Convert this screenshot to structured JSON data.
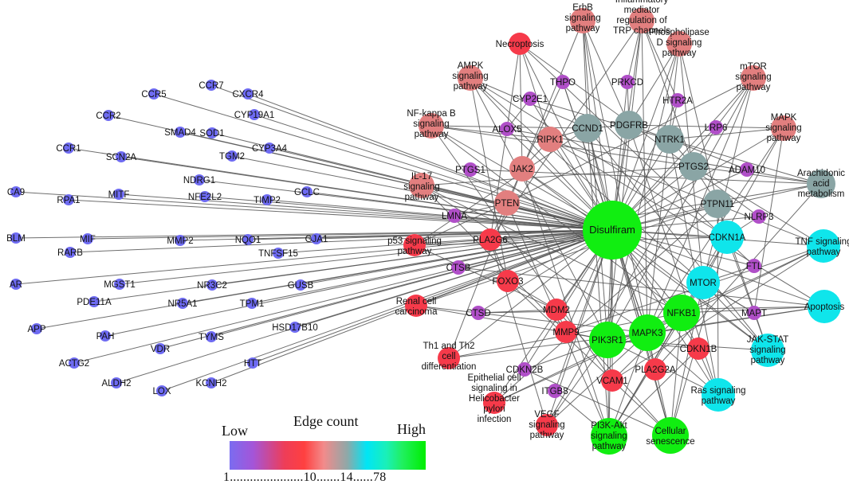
{
  "colors": {
    "low": "#6e6bf2",
    "violet": "#b04fc8",
    "red": "#f63a4a",
    "pink": "#e27f7f",
    "grey": "#8aa5a5",
    "cyan": "#0fe5eb",
    "green": "#11ee11",
    "edge": "#555555"
  },
  "legend": {
    "title": "Edge count",
    "low": "Low",
    "high": "High",
    "scale": "1......................10.......14......78"
  },
  "hub": {
    "id": "Disulfiram",
    "label": "Disulfiram"
  },
  "nodes": [
    {
      "id": "CCR7",
      "label": "CCR7",
      "group": "low"
    },
    {
      "id": "CXCR4",
      "label": "CXCR4",
      "group": "low"
    },
    {
      "id": "CCR5",
      "label": "CCR5",
      "group": "low"
    },
    {
      "id": "CYP19A1",
      "label": "CYP19A1",
      "group": "low"
    },
    {
      "id": "CCR2",
      "label": "CCR2",
      "group": "low"
    },
    {
      "id": "SMAD4",
      "label": "SMAD4",
      "group": "low"
    },
    {
      "id": "SOD1",
      "label": "SOD1",
      "group": "low"
    },
    {
      "id": "CYP3A4",
      "label": "CYP3A4",
      "group": "low"
    },
    {
      "id": "TGM2",
      "label": "TGM2",
      "group": "low"
    },
    {
      "id": "CCR1",
      "label": "CCR1",
      "group": "low"
    },
    {
      "id": "SCN2A",
      "label": "SCN2A",
      "group": "low"
    },
    {
      "id": "NDRG1",
      "label": "NDRG1",
      "group": "low"
    },
    {
      "id": "CA9",
      "label": "CA9",
      "group": "low"
    },
    {
      "id": "RPA1",
      "label": "RPA1",
      "group": "low"
    },
    {
      "id": "MITF",
      "label": "MITF",
      "group": "low"
    },
    {
      "id": "NFE2L2",
      "label": "NFE2L2",
      "group": "low"
    },
    {
      "id": "TIMP2",
      "label": "TIMP2",
      "group": "low"
    },
    {
      "id": "GCLC",
      "label": "GCLC",
      "group": "low"
    },
    {
      "id": "BLM",
      "label": "BLM",
      "group": "low"
    },
    {
      "id": "MIF",
      "label": "MIF",
      "group": "low"
    },
    {
      "id": "MMP2",
      "label": "MMP2",
      "group": "low"
    },
    {
      "id": "NQO1",
      "label": "NQO1",
      "group": "low"
    },
    {
      "id": "GJA1",
      "label": "GJA1",
      "group": "low"
    },
    {
      "id": "RARB",
      "label": "RARB",
      "group": "low"
    },
    {
      "id": "TNFSF15",
      "label": "TNFSF15",
      "group": "low"
    },
    {
      "id": "AR",
      "label": "AR",
      "group": "low"
    },
    {
      "id": "MGST1",
      "label": "MGST1",
      "group": "low"
    },
    {
      "id": "NR3C2",
      "label": "NR3C2",
      "group": "low"
    },
    {
      "id": "GUSB",
      "label": "GUSB",
      "group": "low"
    },
    {
      "id": "PDE11A",
      "label": "PDE11A",
      "group": "low"
    },
    {
      "id": "NR5A1",
      "label": "NR5A1",
      "group": "low"
    },
    {
      "id": "TPM1",
      "label": "TPM1",
      "group": "low"
    },
    {
      "id": "APP",
      "label": "APP",
      "group": "low"
    },
    {
      "id": "PAH",
      "label": "PAH",
      "group": "low"
    },
    {
      "id": "TYMS",
      "label": "TYMS",
      "group": "low"
    },
    {
      "id": "HSD17B10",
      "label": "HSD17B10",
      "group": "low"
    },
    {
      "id": "VDR",
      "label": "VDR",
      "group": "low"
    },
    {
      "id": "ACTG2",
      "label": "ACTG2",
      "group": "low"
    },
    {
      "id": "ALDH2",
      "label": "ALDH2",
      "group": "low"
    },
    {
      "id": "HTT",
      "label": "HTT",
      "group": "low"
    },
    {
      "id": "LOX",
      "label": "LOX",
      "group": "low"
    },
    {
      "id": "KCNH2",
      "label": "KCNH2",
      "group": "low"
    },
    {
      "id": "THPO",
      "label": "THPO",
      "group": "violet"
    },
    {
      "id": "PRKCD",
      "label": "PRKCD",
      "group": "violet"
    },
    {
      "id": "CYP2E1",
      "label": "CYP2E1",
      "group": "violet"
    },
    {
      "id": "HTR2A",
      "label": "HTR2A",
      "group": "violet"
    },
    {
      "id": "ALOX5",
      "label": "ALOX5",
      "group": "violet"
    },
    {
      "id": "LRP6",
      "label": "LRP6",
      "group": "violet"
    },
    {
      "id": "PTGS1",
      "label": "PTGS1",
      "group": "violet"
    },
    {
      "id": "ADAM10",
      "label": "ADAM10",
      "group": "violet"
    },
    {
      "id": "LMNA",
      "label": "LMNA",
      "group": "violet"
    },
    {
      "id": "NLRP3",
      "label": "NLRP3",
      "group": "violet"
    },
    {
      "id": "CTSB",
      "label": "CTSB",
      "group": "violet"
    },
    {
      "id": "FTL",
      "label": "FTL",
      "group": "violet"
    },
    {
      "id": "CTSD",
      "label": "CTSD",
      "group": "violet"
    },
    {
      "id": "MAPT",
      "label": "MAPT",
      "group": "violet"
    },
    {
      "id": "CDKN2B",
      "label": "CDKN2B",
      "group": "violet"
    },
    {
      "id": "ITGB8",
      "label": "ITGB8",
      "group": "violet"
    },
    {
      "id": "Necroptosis",
      "label": "Necroptosis",
      "group": "red"
    },
    {
      "id": "PLA2G6",
      "label": "PLA2G6",
      "group": "red"
    },
    {
      "id": "p53",
      "label": "p53 signaling|pathway",
      "group": "red"
    },
    {
      "id": "FOXO3",
      "label": "FOXO3",
      "group": "red"
    },
    {
      "id": "RenalCell",
      "label": "Renal cell|carcinoma",
      "group": "red"
    },
    {
      "id": "MDM2",
      "label": "MDM2",
      "group": "red"
    },
    {
      "id": "MMP9",
      "label": "MMP9",
      "group": "red"
    },
    {
      "id": "Th1Th2",
      "label": "Th1 and Th2|cell|differentiation",
      "group": "red"
    },
    {
      "id": "CDKN1B",
      "label": "CDKN1B",
      "group": "red"
    },
    {
      "id": "PLA2G2A",
      "label": "PLA2G2A",
      "group": "red"
    },
    {
      "id": "VCAM1",
      "label": "VCAM1",
      "group": "red"
    },
    {
      "id": "Epithelial",
      "label": "Epithelial cell|signaling in|Helicobacter|pylori|infection",
      "group": "red"
    },
    {
      "id": "VEGF",
      "label": "VEGF|signaling|pathway",
      "group": "red"
    },
    {
      "id": "ErbB",
      "label": "ErbB|signaling|pathway",
      "group": "pink"
    },
    {
      "id": "Inflammatory",
      "label": "Inflammatory|mediator|regulation of|TRP channels",
      "group": "pink"
    },
    {
      "id": "Phospholipase",
      "label": "Phospholipase|D signaling|pathway",
      "group": "pink"
    },
    {
      "id": "AMPK",
      "label": "AMPK|signaling|pathway",
      "group": "pink"
    },
    {
      "id": "mTORpath",
      "label": "mTOR|signaling|pathway",
      "group": "pink"
    },
    {
      "id": "NFkB",
      "label": "NF-kappa B|signaling|pathway",
      "group": "pink"
    },
    {
      "id": "RIPK1",
      "label": "RIPK1",
      "group": "pink"
    },
    {
      "id": "MAPKpath",
      "label": "MAPK|signaling|pathway",
      "group": "pink"
    },
    {
      "id": "JAK2",
      "label": "JAK2",
      "group": "pink"
    },
    {
      "id": "IL17",
      "label": "IL-17|signaling|pathway",
      "group": "pink"
    },
    {
      "id": "PTEN",
      "label": "PTEN",
      "group": "pink"
    },
    {
      "id": "CCND1",
      "label": "CCND1",
      "group": "grey"
    },
    {
      "id": "PDGFRB",
      "label": "PDGFRB",
      "group": "grey"
    },
    {
      "id": "NTRK1",
      "label": "NTRK1",
      "group": "grey"
    },
    {
      "id": "PTGS2",
      "label": "PTGS2",
      "group": "grey"
    },
    {
      "id": "Arachidonic",
      "label": "Arachidonic|acid|metabolism",
      "group": "grey"
    },
    {
      "id": "PTPN11",
      "label": "PTPN11",
      "group": "grey"
    },
    {
      "id": "CDKN1A",
      "label": "CDKN1A",
      "group": "cyan"
    },
    {
      "id": "TNFpath",
      "label": "TNF signaling|pathway",
      "group": "cyan"
    },
    {
      "id": "MTOR",
      "label": "MTOR",
      "group": "cyan"
    },
    {
      "id": "Apoptosis",
      "label": "Apoptosis",
      "group": "cyan"
    },
    {
      "id": "JAKSTAT",
      "label": "JAK-STAT|signaling|pathway",
      "group": "cyan"
    },
    {
      "id": "Ras",
      "label": "Ras signaling|pathway",
      "group": "cyan"
    },
    {
      "id": "NFKB1",
      "label": "NFKB1",
      "group": "green"
    },
    {
      "id": "MAPK3",
      "label": "MAPK3",
      "group": "green"
    },
    {
      "id": "PIK3R1",
      "label": "PIK3R1",
      "group": "green"
    },
    {
      "id": "PI3KAkt",
      "label": "PI3K-Akt|signaling|pathway",
      "group": "green"
    },
    {
      "id": "Senescence",
      "label": "Cellular|senescence",
      "group": "green"
    }
  ]
}
